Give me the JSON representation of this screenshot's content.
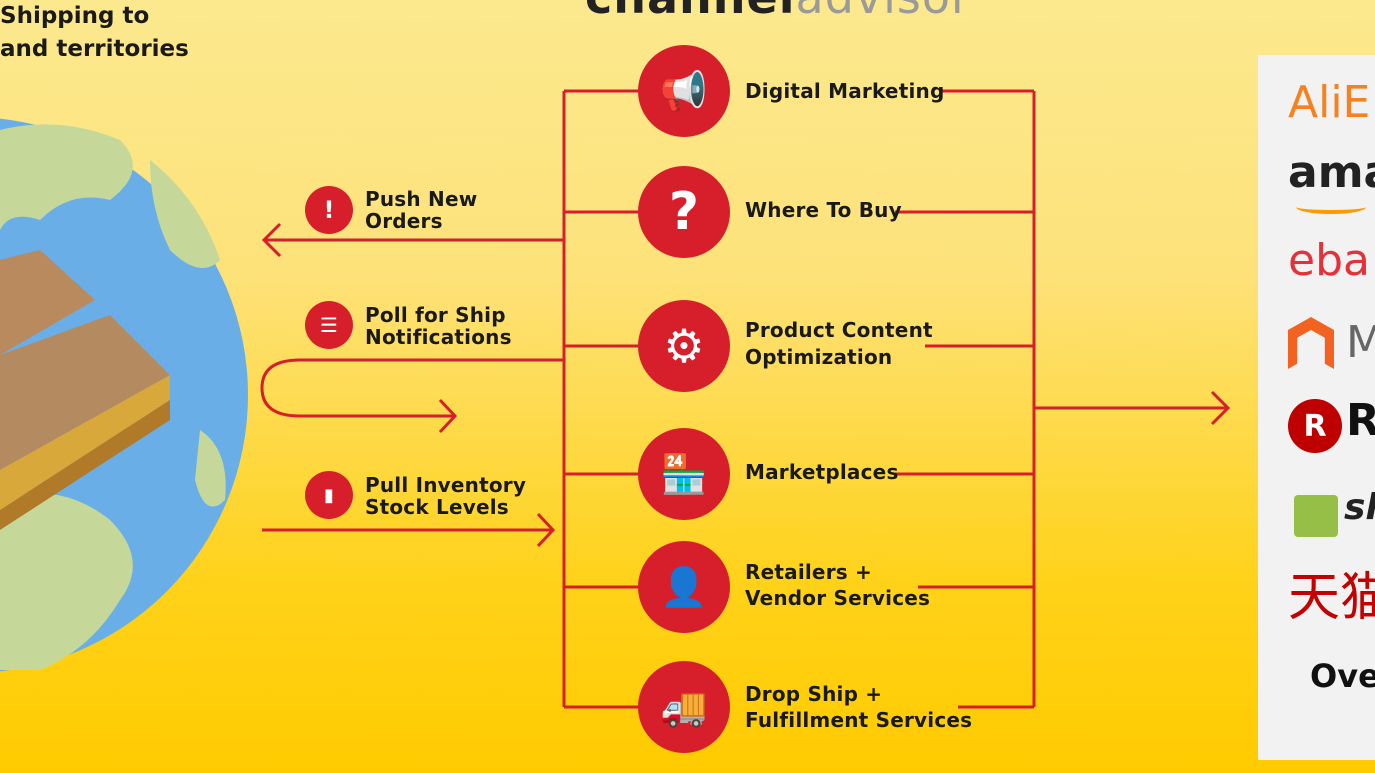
{
  "header": {
    "logo_part1": "channel",
    "logo_part2": "advisor",
    "shipping_line1": "Shipping to",
    "shipping_line2": "and territories"
  },
  "left_flows": [
    {
      "icon": "exclamation-icon",
      "glyph": "!",
      "line1": "Push New",
      "line2": "Orders"
    },
    {
      "icon": "list-icon",
      "glyph": "☰",
      "line1": "Poll for Ship",
      "line2": "Notifications"
    },
    {
      "icon": "bar-chart-icon",
      "glyph": "▮",
      "line1": "Pull Inventory",
      "line2": "Stock Levels"
    }
  ],
  "services": [
    {
      "icon": "megaphone-icon",
      "glyph": "📢",
      "line1": "Digital Marketing",
      "line2": ""
    },
    {
      "icon": "question-icon",
      "glyph": "?",
      "line1": "Where To Buy",
      "line2": ""
    },
    {
      "icon": "gear-cycle-icon",
      "glyph": "⚙",
      "line1": "Product Content",
      "line2": "Optimization"
    },
    {
      "icon": "storefront-icon",
      "glyph": "🏪",
      "line1": "Marketplaces",
      "line2": ""
    },
    {
      "icon": "retailer-desk-icon",
      "glyph": "👤",
      "line1": "Retailers +",
      "line2": "Vendor Services"
    },
    {
      "icon": "truck-icon",
      "glyph": "🚚",
      "line1": "Drop Ship +",
      "line2": "Fulfillment Services"
    }
  ],
  "marketplaces": [
    "AliE",
    "ama",
    "eba",
    "M",
    "R",
    "sh",
    "天猫",
    "Ove"
  ],
  "colors": {
    "accent": "#d71f2b",
    "background_top": "#fce98e",
    "background_bottom": "#ffcb00",
    "globe_ocean": "#6aaee8",
    "globe_land": "#c5d89a"
  }
}
